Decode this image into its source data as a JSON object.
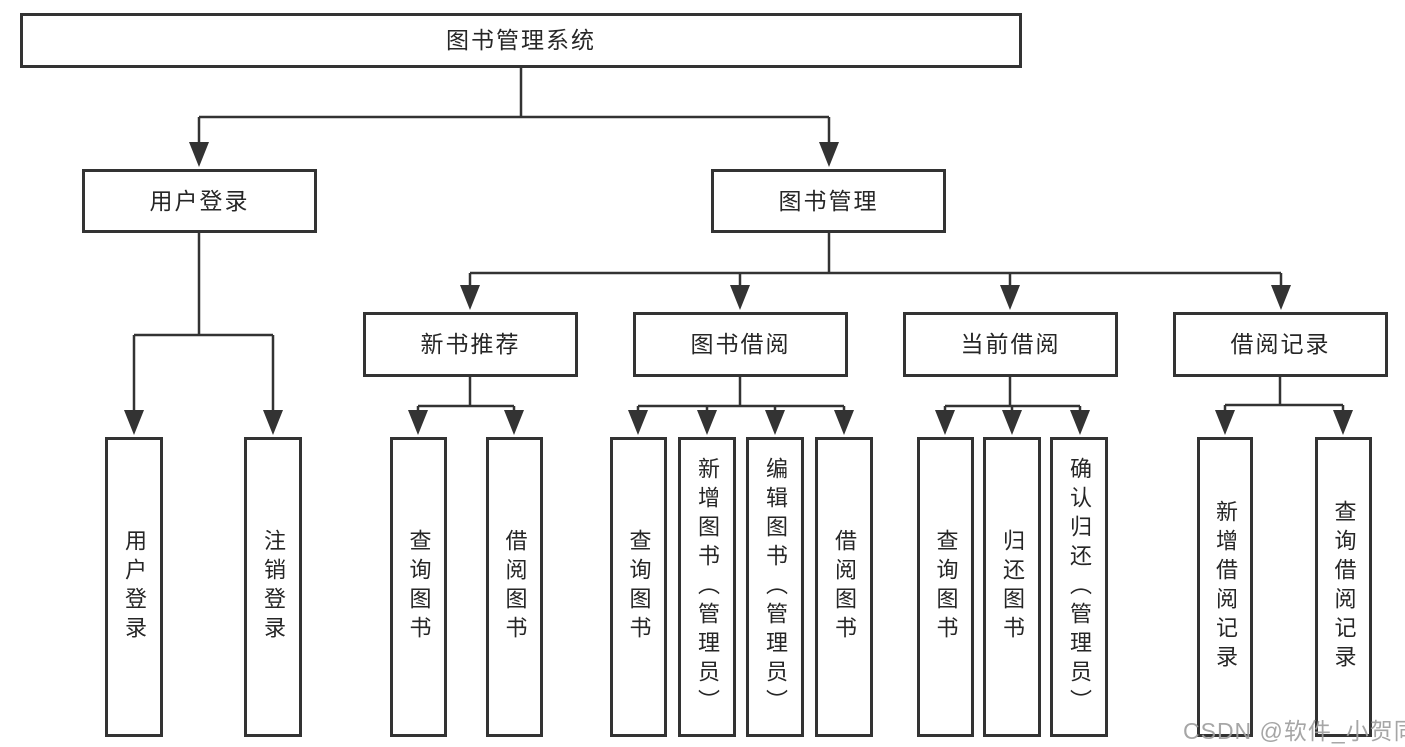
{
  "diagram": {
    "root": {
      "label": "图书管理系统",
      "children": [
        {
          "label": "用户登录",
          "children": [
            {
              "label": "用户登录"
            },
            {
              "label": "注销登录"
            }
          ]
        },
        {
          "label": "图书管理",
          "children": [
            {
              "label": "新书推荐",
              "children": [
                {
                  "label": "查询图书"
                },
                {
                  "label": "借阅图书"
                }
              ]
            },
            {
              "label": "图书借阅",
              "children": [
                {
                  "label": "查询图书"
                },
                {
                  "label": "新增图书（管理员）"
                },
                {
                  "label": "编辑图书（管理员）"
                },
                {
                  "label": "借阅图书"
                }
              ]
            },
            {
              "label": "当前借阅",
              "children": [
                {
                  "label": "查询图书"
                },
                {
                  "label": "归还图书"
                },
                {
                  "label": "确认归还（管理员）"
                }
              ]
            },
            {
              "label": "借阅记录",
              "children": [
                {
                  "label": "新增借阅记录"
                },
                {
                  "label": "查询借阅记录"
                }
              ]
            }
          ]
        }
      ]
    }
  },
  "watermark": {
    "text": "CSDN @软件_小贺同学"
  },
  "colors": {
    "line": "#333333",
    "text": "#262626",
    "background": "#ffffff",
    "watermark": "#9e9e9e"
  }
}
